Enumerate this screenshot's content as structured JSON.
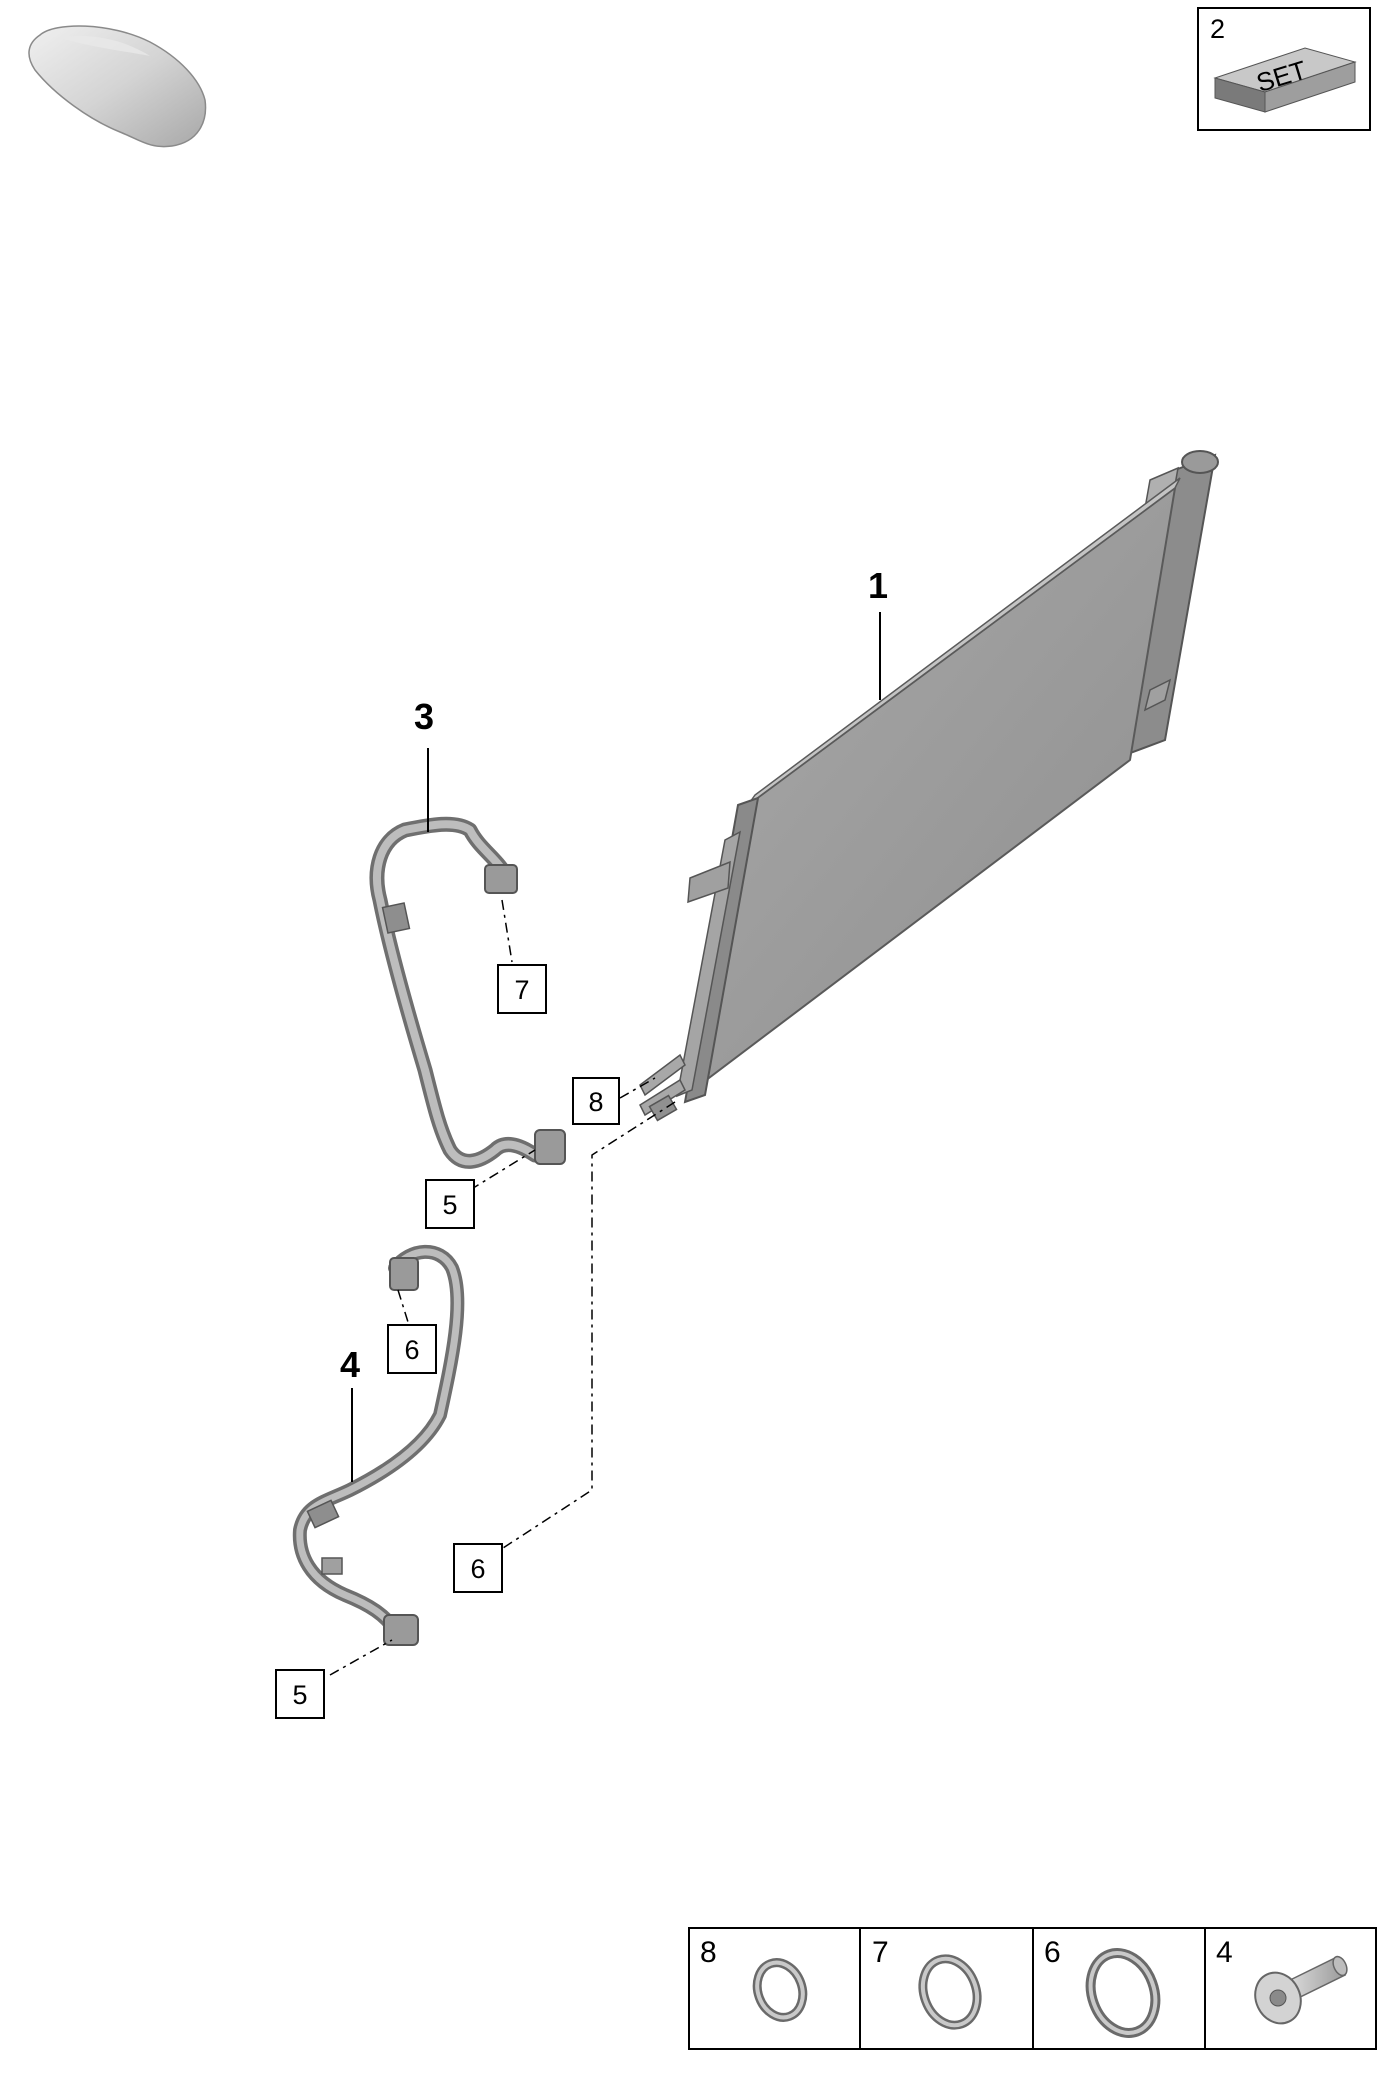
{
  "set_box": {
    "number": "2",
    "badge_text": "SET"
  },
  "part_labels": {
    "p1": "1",
    "p3": "3",
    "p4": "4"
  },
  "callouts": {
    "c7": "7",
    "c8": "8",
    "c5_upper": "5",
    "c6_upper": "6",
    "c6_lower": "6",
    "c5_lower": "5"
  },
  "legend": [
    {
      "number": "8",
      "icon": "small-o-ring-icon"
    },
    {
      "number": "7",
      "icon": "medium-o-ring-icon"
    },
    {
      "number": "6",
      "icon": "large-o-ring-icon"
    },
    {
      "number": "4",
      "icon": "screw-icon"
    }
  ],
  "colors": {
    "part_gray": "#9a9a9a",
    "part_dark": "#6f6f6f",
    "part_light": "#c8c8c8",
    "line": "#000000"
  }
}
